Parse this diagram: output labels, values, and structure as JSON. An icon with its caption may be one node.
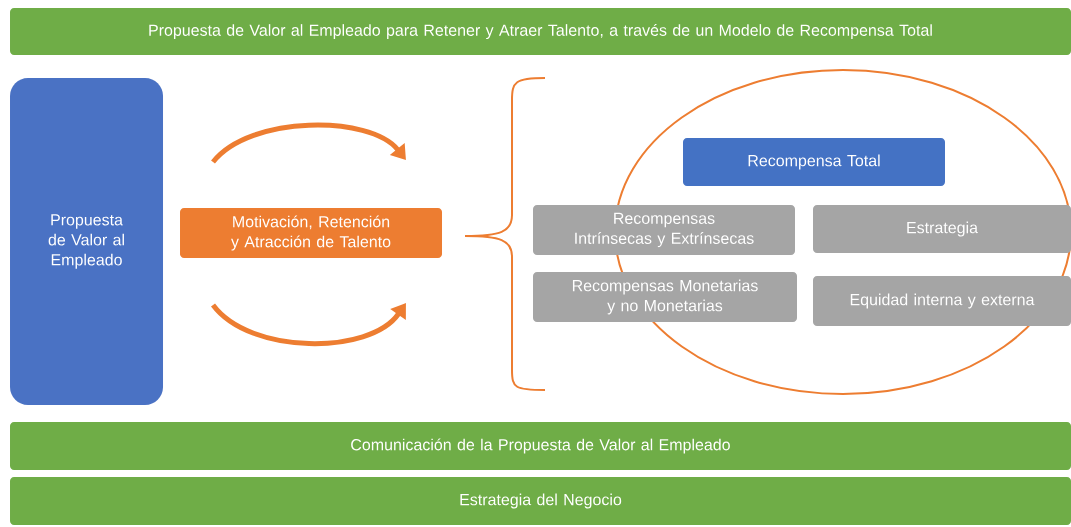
{
  "diagram": {
    "nodes": [
      {
        "text": [
          "Propuesta de Valor al Empleado para Retener y Atraer Talento, a través de un Modelo de Recompensa Total"
        ]
      },
      {
        "text": [
          "Propuesta de Valor al Empleado"
        ]
      },
      {
        "text": [
          "Motivación, Retención y Atracción de Talento"
        ]
      },
      {
        "text": [
          "Recompensa Total"
        ]
      },
      {
        "text": [
          "Recompensas Intrínsecas y Extrínsecas"
        ]
      },
      {
        "text": [
          "Estrategia"
        ]
      },
      {
        "text": [
          "Recompensas Monetarias y no Monetarias"
        ]
      },
      {
        "text": [
          "Equidad interna y externa"
        ]
      },
      {
        "text": [
          "Comunicación de la Propuesta de Valor al Empleado"
        ]
      },
      {
        "text": [
          "Estrategia del Negocio"
        ]
      }
    ]
  }
}
